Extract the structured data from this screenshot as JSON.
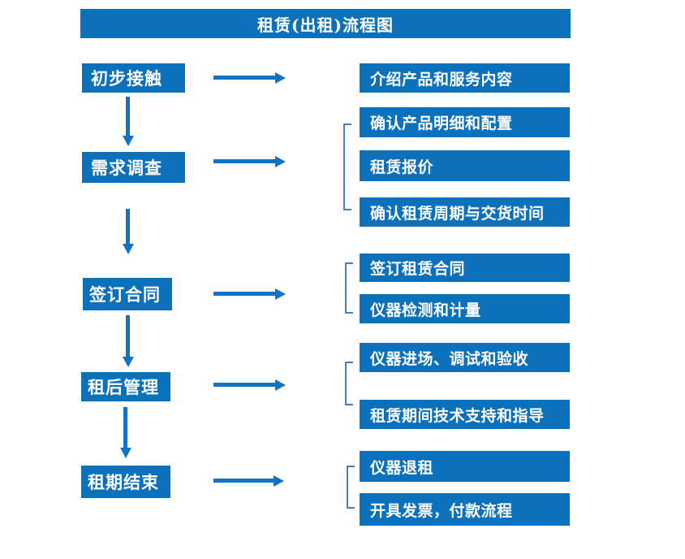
{
  "title": "租赁(出租)流程图",
  "colors": {
    "box_blue": "#0D70BA",
    "arrow_blue": "#1173C2",
    "bracket_blue": "#4A7EBB",
    "text_white": "#FFFFFF"
  },
  "stages": [
    {
      "label": "初步接触",
      "details": [
        "介绍产品和服务内容"
      ]
    },
    {
      "label": "需求调查",
      "details": [
        "确认产品明细和配置",
        "租赁报价",
        "确认租赁周期与交货时间"
      ]
    },
    {
      "label": "签订合同",
      "details": [
        "签订租赁合同",
        "仪器检测和计量"
      ]
    },
    {
      "label": "租后管理",
      "details": [
        "仪器进场、调试和验收",
        "租赁期间技术支持和指导"
      ]
    },
    {
      "label": "租期结束",
      "details": [
        "仪器退租",
        "开具发票，付款流程"
      ]
    }
  ]
}
